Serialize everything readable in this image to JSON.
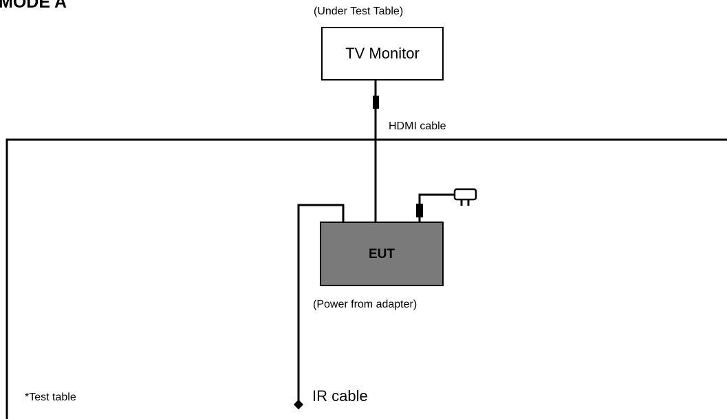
{
  "mode_title": "MODE A",
  "tv_monitor": {
    "location_note": "(Under Test Table)",
    "label": "TV Monitor"
  },
  "hdmi_cable_label": "HDMI cable",
  "eut": {
    "label": "EUT",
    "power_note": "(Power from adapter)"
  },
  "test_table_note": "*Test table",
  "ir_cable_label": "IR cable",
  "colors": {
    "line": "#000000",
    "eut_fill": "#7a7a7a",
    "background": "#ffffff"
  }
}
